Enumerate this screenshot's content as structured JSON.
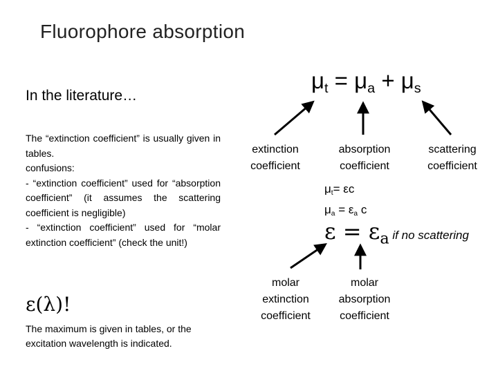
{
  "slide": {
    "title": "Fluorophore absorption",
    "subtitle": "In the literature…",
    "paragraph": "The “extinction coefficient” is usually given in tables.\nconfusions:\n- “extinction coefficient” used for “absorption coefficient” (it assumes the scattering coefficient is negligible)\n- “extinction coefficient” used for “molar extinction coefficient” (check the unit!)",
    "eps_lambda": "ε(λ)!",
    "bottom_text": "The maximum is given in tables, or the excitation wavelength is indicated."
  },
  "equations": {
    "main": {
      "mu": "μ",
      "t": "t",
      "eq": " = ",
      "a": "a",
      "plus": " + ",
      "s": "s"
    },
    "mu_t_line": {
      "lhs": "μ",
      "sub": "t",
      "rhs": "= εc"
    },
    "mu_a_line": {
      "lhs": "μ",
      "sub": "a",
      "mid": " = ε",
      "sub2": "a",
      "rhs": " c"
    },
    "eps_line": {
      "eps": "ε = ε",
      "sub": "a",
      "note": " if no scattering"
    }
  },
  "labels": {
    "extinction": "extinction\ncoefficient",
    "absorption": "absorption\ncoefficient",
    "scattering": "scattering\ncoefficient",
    "molar_extinction": "molar\nextinction\ncoefficient",
    "molar_absorption": "molar\nabsorption\ncoefficient"
  }
}
